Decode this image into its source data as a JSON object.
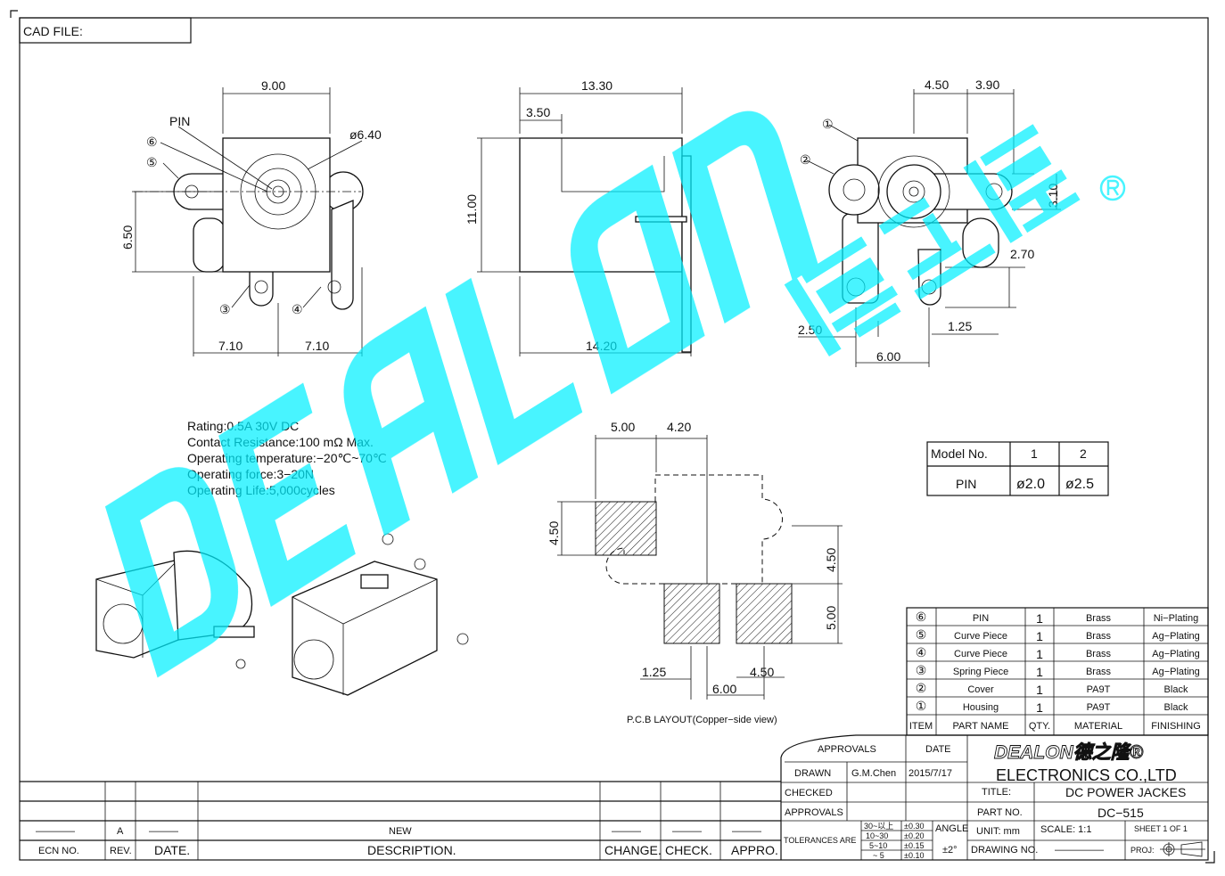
{
  "cad_file_label": "CAD  FILE:",
  "watermark": {
    "text": "DEALON",
    "cn": "德之隆",
    "registered": "®",
    "color": "#00ffff"
  },
  "front_view": {
    "dim_width": "9.00",
    "dim_diameter": "ø6.40",
    "dim_height": "6.50",
    "dim_left": "7.10",
    "dim_right": "7.10",
    "pin_label": "PIN",
    "callout_6": "⑥",
    "callout_5": "⑤",
    "callout_3": "③",
    "callout_4": "④"
  },
  "side_view": {
    "dim_length": "13.30",
    "dim_offset": "3.50",
    "dim_height": "11.00",
    "dim_total": "14.20"
  },
  "back_view": {
    "dim_a": "4.50",
    "dim_b": "3.90",
    "dim_c": "3.10",
    "dim_d": "2.70",
    "dim_e": "2.50",
    "dim_f": "1.25",
    "dim_g": "6.00",
    "callout_1": "①",
    "callout_2": "②"
  },
  "specs": [
    "Rating:0.5A  30V  DC",
    "Contact  Resistance:100  mΩ  Max.",
    "Operating  temperature:−20℃~70℃",
    "Operating  force:3−20N",
    "Operating  Life:5,000cycles"
  ],
  "pcb": {
    "dim_top_a": "5.00",
    "dim_top_b": "4.20",
    "dim_left": "4.50",
    "dim_right_a": "4.50",
    "dim_right_b": "5.00",
    "dim_bottom_a": "1.25",
    "dim_bottom_b": "6.00",
    "dim_bottom_c": "4.50",
    "caption": "P.C.B  LAYOUT(Copper−side  view)"
  },
  "model_table": {
    "header": [
      "Model  No.",
      "1",
      "2"
    ],
    "row": [
      "PIN",
      "ø2.0",
      "ø2.5"
    ]
  },
  "parts": [
    {
      "item": "⑥",
      "name": "PIN",
      "qty": "1",
      "material": "Brass",
      "finishing": "Ni−Plating"
    },
    {
      "item": "⑤",
      "name": "Curve  Piece",
      "qty": "1",
      "material": "Brass",
      "finishing": "Ag−Plating"
    },
    {
      "item": "④",
      "name": "Curve  Piece",
      "qty": "1",
      "material": "Brass",
      "finishing": "Ag−Plating"
    },
    {
      "item": "③",
      "name": "Spring  Piece",
      "qty": "1",
      "material": "Brass",
      "finishing": "Ag−Plating"
    },
    {
      "item": "②",
      "name": "Cover",
      "qty": "1",
      "material": "PA9T",
      "finishing": "Black"
    },
    {
      "item": "①",
      "name": "Housing",
      "qty": "1",
      "material": "PA9T",
      "finishing": "Black"
    }
  ],
  "parts_header": {
    "item": "ITEM",
    "name": "PART  NAME",
    "qty": "QTY.",
    "material": "MATERIAL",
    "finishing": "FINISHING"
  },
  "title_block": {
    "approvals": "APPROVALS",
    "date": "DATE",
    "drawn": "DRAWN",
    "drawn_by": "G.M.Chen",
    "drawn_date": "2015/7/17",
    "checked": "CHECKED",
    "approvals2": "APPROVALS",
    "company_logo": "DEALON德之隆®",
    "company": "ELECTRONICS  CO.,LTD",
    "title_label": "TITLE:",
    "title": "DC  POWER  JACKES",
    "part_no_label": "PART  NO.",
    "part_no": "DC−515",
    "tolerances_label": "TOLERANCES  ARE",
    "tolerances": [
      {
        "range": "30~以上",
        "value": "±0.30"
      },
      {
        "range": "10~30",
        "value": "±0.20"
      },
      {
        "range": "5~10",
        "value": "±0.15"
      },
      {
        "range": "~ 5",
        "value": "±0.10"
      }
    ],
    "angle_label": "ANGLE",
    "angle_value": "±2°",
    "unit": "UNIT:  mm",
    "scale": "SCALE:    1:1",
    "sheet": "SHEET    1  OF  1",
    "drawing_no_label": "DRAWING  NO.",
    "drawing_no": "—————",
    "proj_label": "PROJ:"
  },
  "revision": {
    "values": {
      "ecn": "————",
      "rev": "A",
      "date": "———",
      "description": "NEW",
      "change": "———",
      "check": "———",
      "appro": "———"
    },
    "headers": {
      "ecn": "ECN  NO.",
      "rev": "REV.",
      "date": "DATE.",
      "description": "DESCRIPTION.",
      "change": "CHANGE.",
      "check": "CHECK.",
      "appro": "APPRO."
    }
  }
}
